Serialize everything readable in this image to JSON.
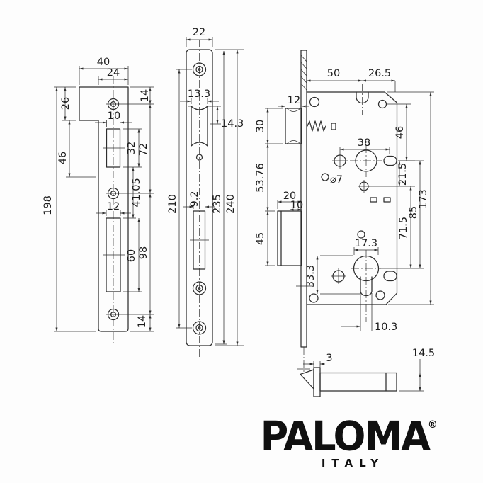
{
  "drawing": {
    "strike_plate": {
      "dims": {
        "total_width": "40",
        "plate_width": "24",
        "top_offset": "26",
        "hole_top": "14",
        "latch_slot_width": "10",
        "lip_height": "46",
        "latch_slot_height": "32",
        "screw_span": "72",
        "slot_gap": "41.05",
        "total_height": "198",
        "bolt_slot_width": "12",
        "bolt_slot_height": "60",
        "lower_screw_span": "98",
        "hole_bottom": "14"
      }
    },
    "faceplate": {
      "dims": {
        "width": "22",
        "latch_cut_width": "13.3",
        "latch_cut_height": "14.3",
        "screw_span": "210",
        "bolt_cut_width": "9.2",
        "inner_height": "235",
        "total_height": "240"
      }
    },
    "lock_body": {
      "dims": {
        "backset": "50",
        "hub_offset": "26.5",
        "latch_width": "12",
        "latch_height": "30",
        "hub_drop": "46",
        "handle_span": "38",
        "bolt_gap": "53.76",
        "hub_hole_gap": "21.5",
        "case_height": "173",
        "bolt_head": "20",
        "bolt_stem": "10",
        "bolt_height": "45",
        "hub_cylinder_span": "85",
        "hole_cylinder_span": "71.5",
        "hole_dia": "⌀7",
        "cylinder_width": "17.3",
        "cylinder_height": "33.3",
        "keyway_width": "10.3"
      }
    },
    "latch_bolt": {
      "dims": {
        "flange_thickness": "3",
        "bolt_height": "14.5"
      }
    }
  },
  "brand": {
    "name": "PALOMA",
    "registered_mark": "®",
    "country": "ITALY"
  }
}
